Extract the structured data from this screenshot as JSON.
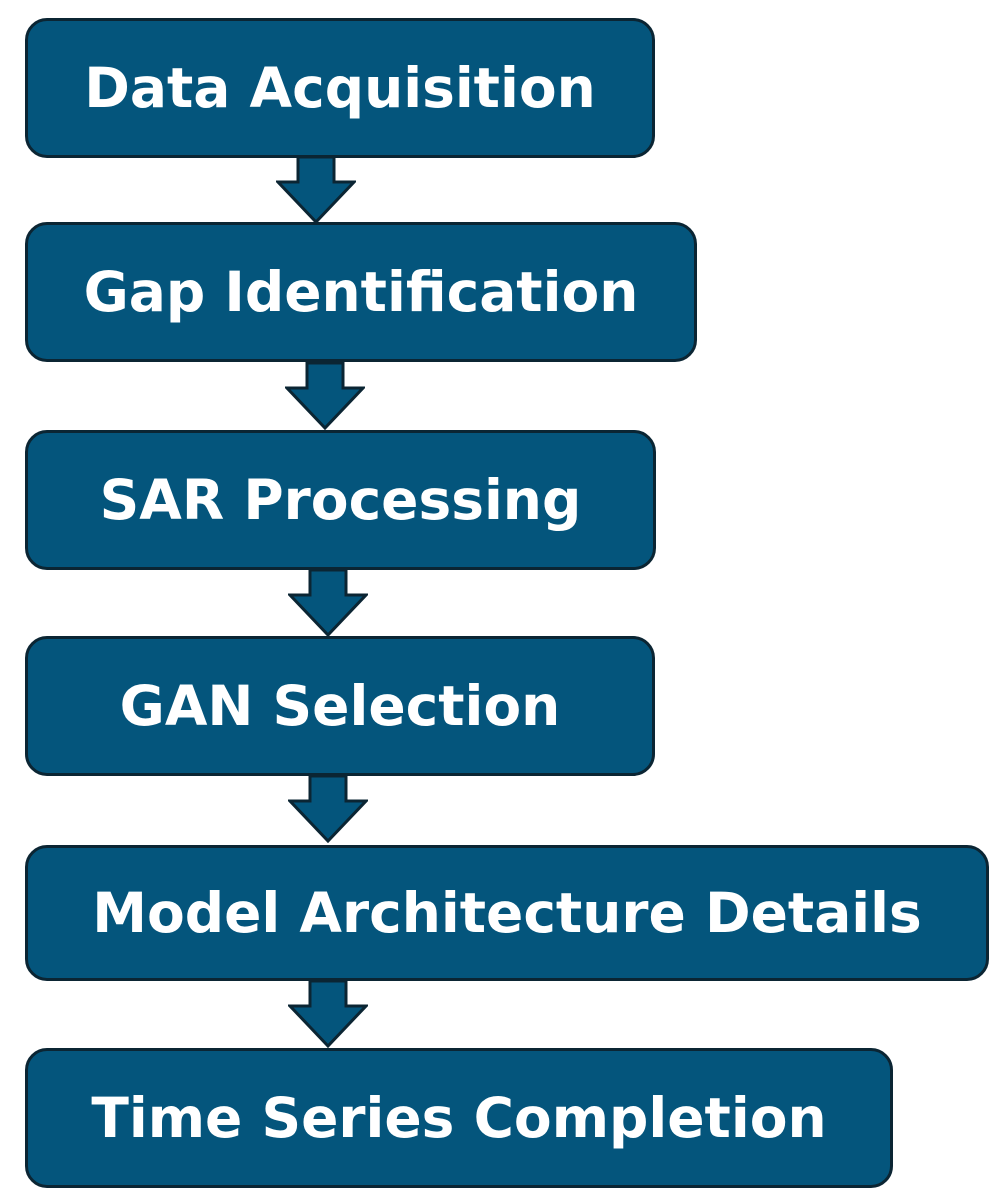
{
  "colors": {
    "box_fill": "#04557c",
    "box_border": "#0b2533",
    "text": "#ffffff"
  },
  "steps": [
    {
      "label": "Data Acquisition"
    },
    {
      "label": "Gap Identification"
    },
    {
      "label": "SAR Processing"
    },
    {
      "label": "GAN Selection"
    },
    {
      "label": "Model Architecture Details"
    },
    {
      "label": "Time Series Completion"
    }
  ]
}
